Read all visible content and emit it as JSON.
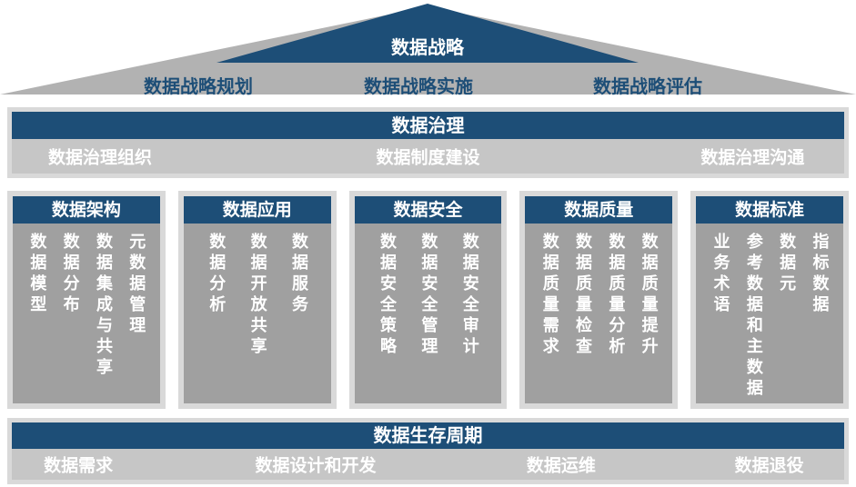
{
  "colors": {
    "primary_blue": "#1d4e77",
    "roof_gray": "#b2b2b2",
    "frame_gray": "#d9d9d9",
    "band_gray": "#c6c6c6",
    "pillar_gray": "#a0a0a0",
    "text_white": "#ffffff",
    "label_navy": "#1d4e77"
  },
  "roof": {
    "title": "数据战略",
    "items": [
      "数据战略规划",
      "数据战略实施",
      "数据战略评估"
    ]
  },
  "governance": {
    "title": "数据治理",
    "items": [
      "数据治理组织",
      "数据制度建设",
      "数据治理沟通"
    ]
  },
  "pillars": [
    {
      "title": "数据架构",
      "items": [
        "数据模型",
        "数据分布",
        "数据集成与共享",
        "元数据管理"
      ]
    },
    {
      "title": "数据应用",
      "items": [
        "数据分析",
        "数据开放共享",
        "数据服务"
      ]
    },
    {
      "title": "数据安全",
      "items": [
        "数据安全策略",
        "数据安全管理",
        "数据安全审计"
      ]
    },
    {
      "title": "数据质量",
      "items": [
        "数据质量需求",
        "数据质量检查",
        "数据质量分析",
        "数据质量提升"
      ]
    },
    {
      "title": "数据标准",
      "items": [
        "业务术语",
        "参考数据和主数据",
        "数据元",
        "指标数据"
      ]
    }
  ],
  "lifecycle": {
    "title": "数据生存周期",
    "items": [
      "数据需求",
      "数据设计和开发",
      "数据运维",
      "数据退役"
    ]
  }
}
